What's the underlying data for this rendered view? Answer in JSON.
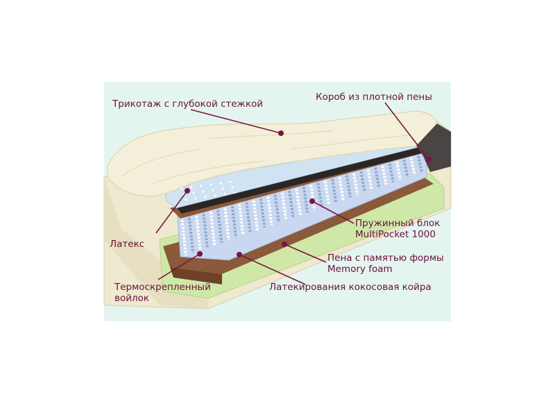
{
  "colors": {
    "background_panel": "#e4f5ef",
    "label_text": "#6a0f3c",
    "leader_line": "#7a1440",
    "knit_cover": "#f4efd9",
    "latex": "#cfe3f2",
    "coconut": "#8a5a3a",
    "springs": "#c9d8f0",
    "memory_foam": "#cfe8a8",
    "foam_box": "#efe9cf"
  },
  "labels": {
    "knit_cover": "Трикотаж с глубокой стежкой",
    "foam_box": "Короб из плотной пены",
    "spring_block_line1": "Пружинный блок",
    "spring_block_line2": "MultiPocket 1000",
    "latex": "Латекс",
    "memory_foam_line1": "Пена с памятью формы",
    "memory_foam_line2": "Memory foam",
    "felt_line1": "Термоскрепленный",
    "felt_line2": "войлок",
    "coconut": "Латекирования кокосовая койра"
  },
  "icons": {
    "leader_marker": "dot-marker"
  }
}
